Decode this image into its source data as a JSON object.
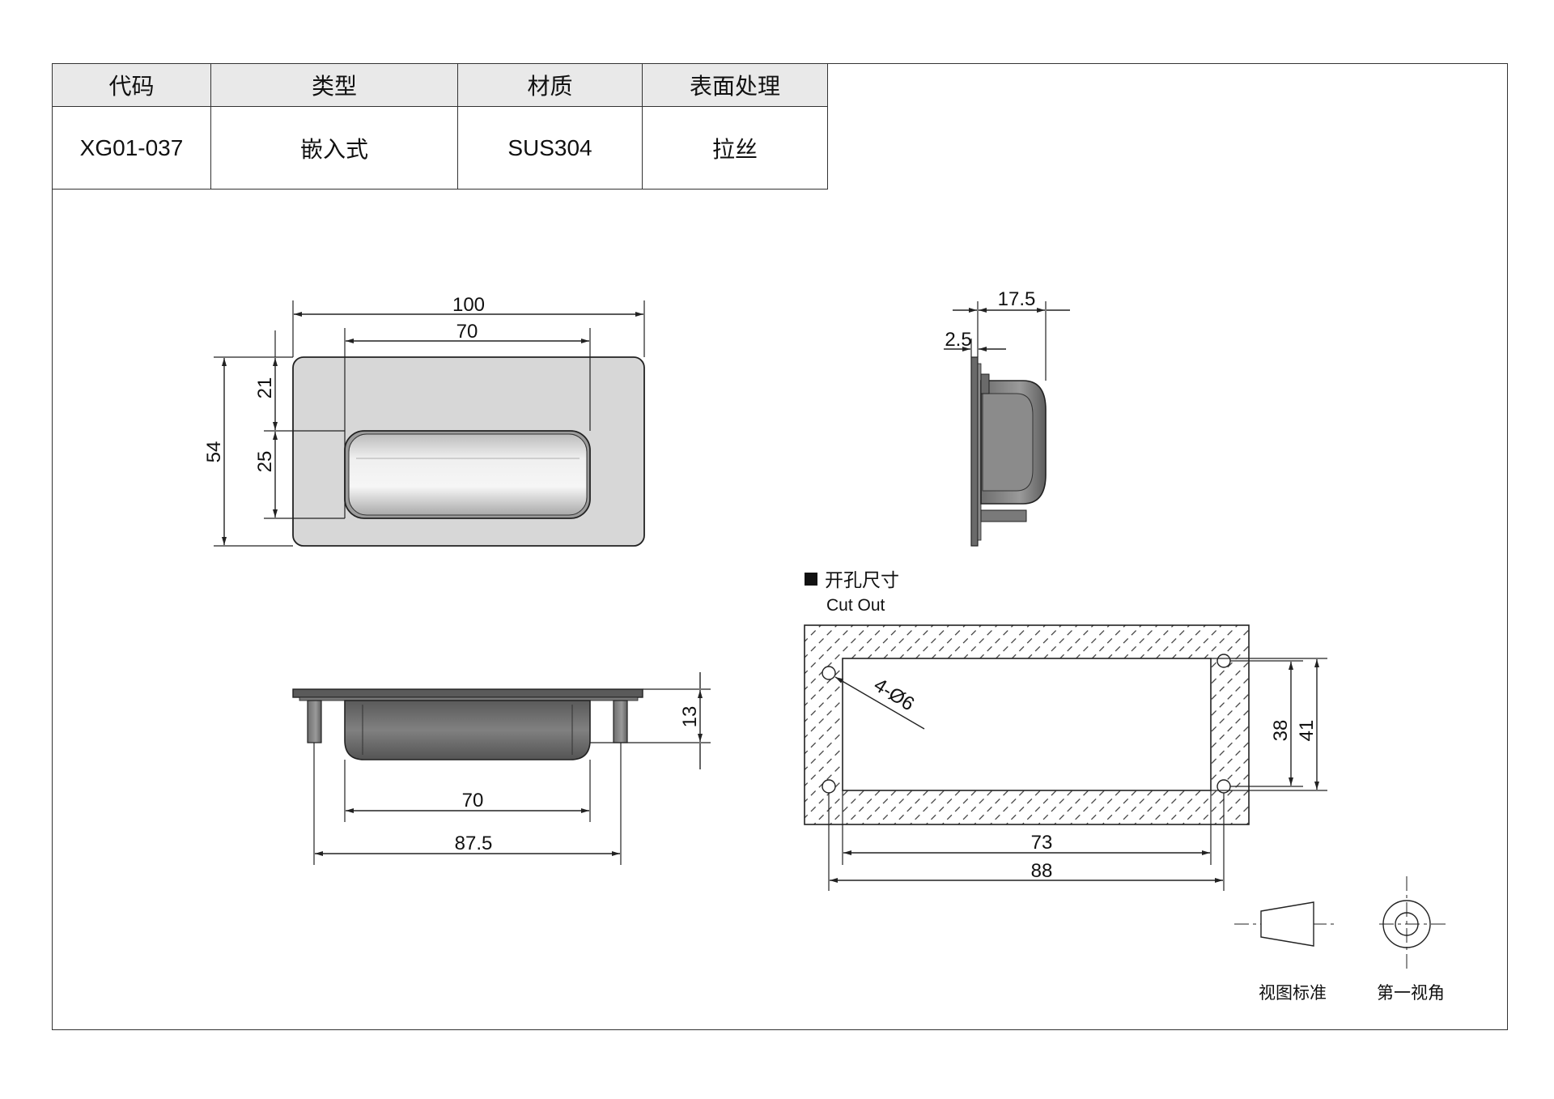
{
  "spec_table": {
    "headers": [
      "代码",
      "类型",
      "材质",
      "表面处理"
    ],
    "row": [
      "XG01-037",
      "嵌入式",
      "SUS304",
      "拉丝"
    ]
  },
  "front_view": {
    "width": "100",
    "grip_width": "70",
    "height": "54",
    "top_offset": "21",
    "grip_height": "25"
  },
  "side_view": {
    "depth": "17.5",
    "flange": "2.5"
  },
  "bottom_view": {
    "height": "13",
    "grip_width": "70",
    "stud_spacing": "87.5"
  },
  "cutout": {
    "title_cn": "开孔尺寸",
    "title_en": "Cut Out",
    "hole_label": "4-Ø6",
    "inner_width": "73",
    "hole_spacing_x": "88",
    "hole_spacing_y": "38",
    "height": "41"
  },
  "symbols": {
    "view_standard": "视图标准",
    "first_angle": "第一视角"
  }
}
